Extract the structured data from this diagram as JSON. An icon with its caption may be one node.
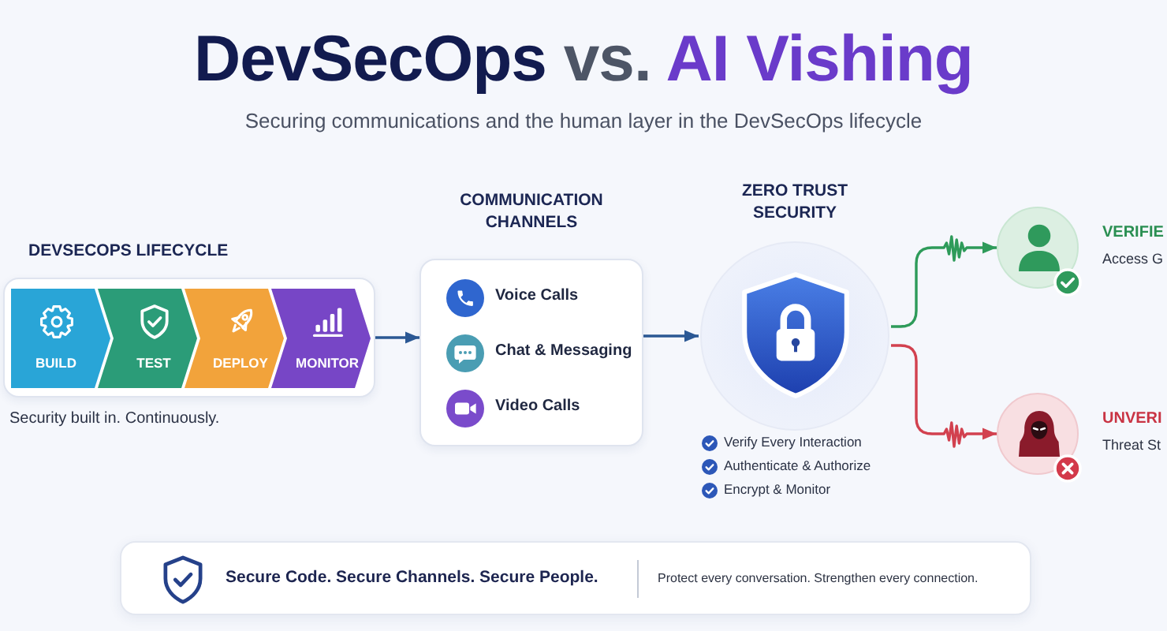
{
  "diagram": {
    "title": "DevSecOps vs. AI Vishing",
    "nodes": [
      {
        "text": [
          "DEVSECOPS LIFECYCLE"
        ],
        "beside": [
          "Security built in. Continuously."
        ]
      },
      {
        "text": [
          "BUILD"
        ],
        "in": 0
      },
      {
        "text": [
          "TEST"
        ],
        "in": 0
      },
      {
        "text": [
          "DEPLOY"
        ],
        "in": 0
      },
      {
        "text": [
          "MONITOR"
        ],
        "in": 0
      },
      {
        "text": [
          "COMMUNICATION CHANNELS",
          "Voice Calls",
          "Chat & Messaging",
          "Video Calls"
        ]
      },
      {
        "text": [
          "ZERO TRUST SECURITY"
        ],
        "beside": [
          "Verify Every Interaction",
          "Authenticate & Authorize",
          "Encrypt & Monitor"
        ]
      },
      {
        "text": [
          "VERIFIE",
          "Access G"
        ]
      },
      {
        "text": [
          "UNVERI",
          "Threat St"
        ]
      },
      {
        "text": [
          "Secure Code. Secure Channels. Secure People.",
          "Protect every conversation. Strengthen every connection."
        ]
      }
    ],
    "edges": [
      {
        "from": 0,
        "to": 5,
        "arrow": "to"
      },
      {
        "from": 5,
        "to": 6,
        "arrow": "to"
      },
      {
        "from": 6,
        "to": 7,
        "arrow": "to",
        "color": "#2e9b5a"
      },
      {
        "from": 6,
        "to": 8,
        "arrow": "to",
        "color": "#d2414f"
      }
    ],
    "labels": [
      "Securing communications and the human layer in the DevSecOps lifecycle"
    ]
  }
}
